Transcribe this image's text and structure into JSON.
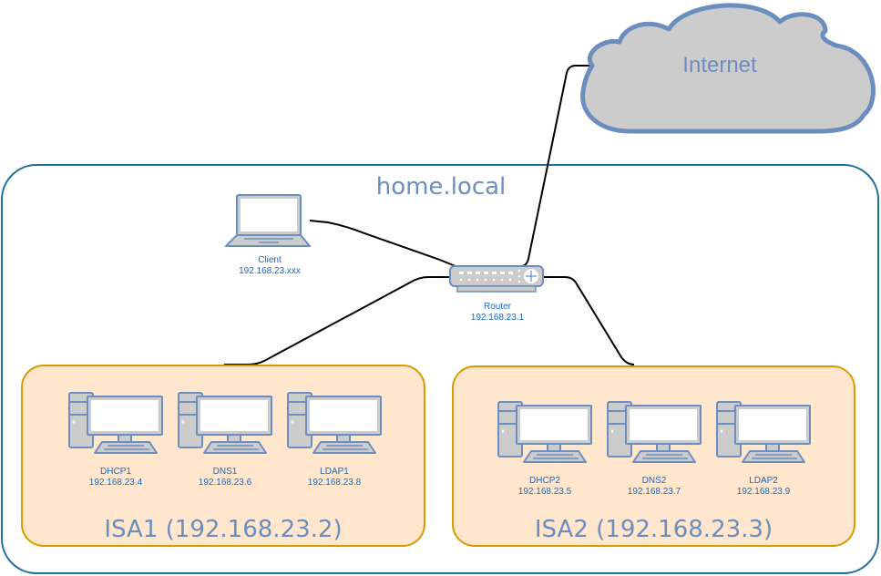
{
  "colors": {
    "domain_border": "#1f6e9c",
    "group_fill": "#ffe6cc",
    "group_border": "#d79b00",
    "device_fill": "#cccccc",
    "device_stroke": "#6c8ebf",
    "title_text": "#6c8ebf",
    "label_text": "#1a68c2",
    "link": "#000000"
  },
  "internet": {
    "label": "Internet",
    "icon": "cloud-icon"
  },
  "domain": {
    "label": "home.local"
  },
  "client": {
    "name": "Client",
    "ip": "192.168.23.xxx",
    "icon": "laptop-icon"
  },
  "router": {
    "name": "Router",
    "ip": "192.168.23.1",
    "icon": "router-icon"
  },
  "groups": [
    {
      "label": "ISA1 (192.168.23.2)",
      "servers": [
        {
          "name": "DHCP1",
          "ip": "192.168.23.4",
          "icon": "desktop-computer-icon"
        },
        {
          "name": "DNS1",
          "ip": "192.168.23.6",
          "icon": "desktop-computer-icon"
        },
        {
          "name": "LDAP1",
          "ip": "192.168.23.8",
          "icon": "desktop-computer-icon"
        }
      ]
    },
    {
      "label": "ISA2 (192.168.23.3)",
      "servers": [
        {
          "name": "DHCP2",
          "ip": "192.168.23.5",
          "icon": "desktop-computer-icon"
        },
        {
          "name": "DNS2",
          "ip": "192.168.23.7",
          "icon": "desktop-computer-icon"
        },
        {
          "name": "LDAP2",
          "ip": "192.168.23.9",
          "icon": "desktop-computer-icon"
        }
      ]
    }
  ],
  "links": [
    {
      "from": "router",
      "to": "internet"
    },
    {
      "from": "client",
      "to": "router"
    },
    {
      "from": "router",
      "to": "ISA1"
    },
    {
      "from": "router",
      "to": "ISA2"
    }
  ]
}
